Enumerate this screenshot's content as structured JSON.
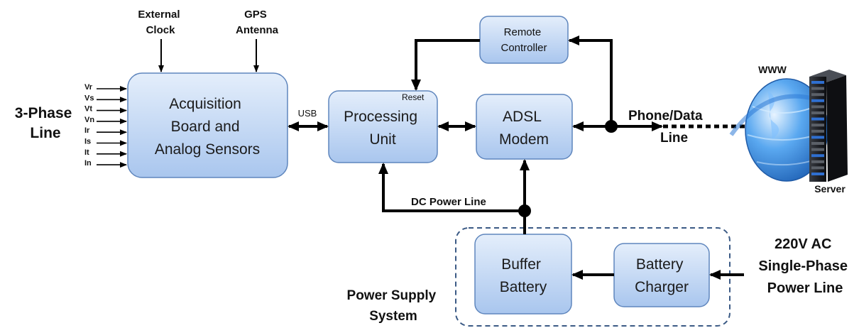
{
  "colors": {
    "box_fill_top": "#e4eefb",
    "box_fill_bottom": "#a9c6ee",
    "box_stroke": "#5f86bd",
    "line": "#000000",
    "dashed_border": "#3b5a85"
  },
  "blocks": {
    "acquisition": {
      "lines": [
        "Acquisition",
        "Board and",
        "Analog Sensors"
      ]
    },
    "processing": {
      "lines": [
        "Processing",
        "Unit"
      ],
      "reset_label": "Reset"
    },
    "modem": {
      "lines": [
        "ADSL",
        "Modem"
      ]
    },
    "remote": {
      "lines": [
        "Remote",
        "Controller"
      ]
    },
    "buffer": {
      "lines": [
        "Buffer",
        "Battery"
      ]
    },
    "charger": {
      "lines": [
        "Battery",
        "Charger"
      ]
    }
  },
  "labels": {
    "external_clock": [
      "External",
      "Clock"
    ],
    "gps_antenna": [
      "GPS",
      "Antenna"
    ],
    "three_phase": [
      "3-Phase",
      "Line"
    ],
    "usb": "USB",
    "phone_data": [
      "Phone/Data",
      "Line"
    ],
    "dc_power": "DC Power Line",
    "ac_power": [
      "220V AC",
      "Single-Phase",
      "Power Line"
    ],
    "power_supply": [
      "Power Supply",
      "System"
    ],
    "www": "WWW",
    "server": "Server"
  },
  "signals": [
    "Vr",
    "Vs",
    "Vt",
    "Vn",
    "Ir",
    "Is",
    "It",
    "In"
  ],
  "icons": {
    "globe": "globe-icon",
    "server": "server-rack-icon"
  }
}
